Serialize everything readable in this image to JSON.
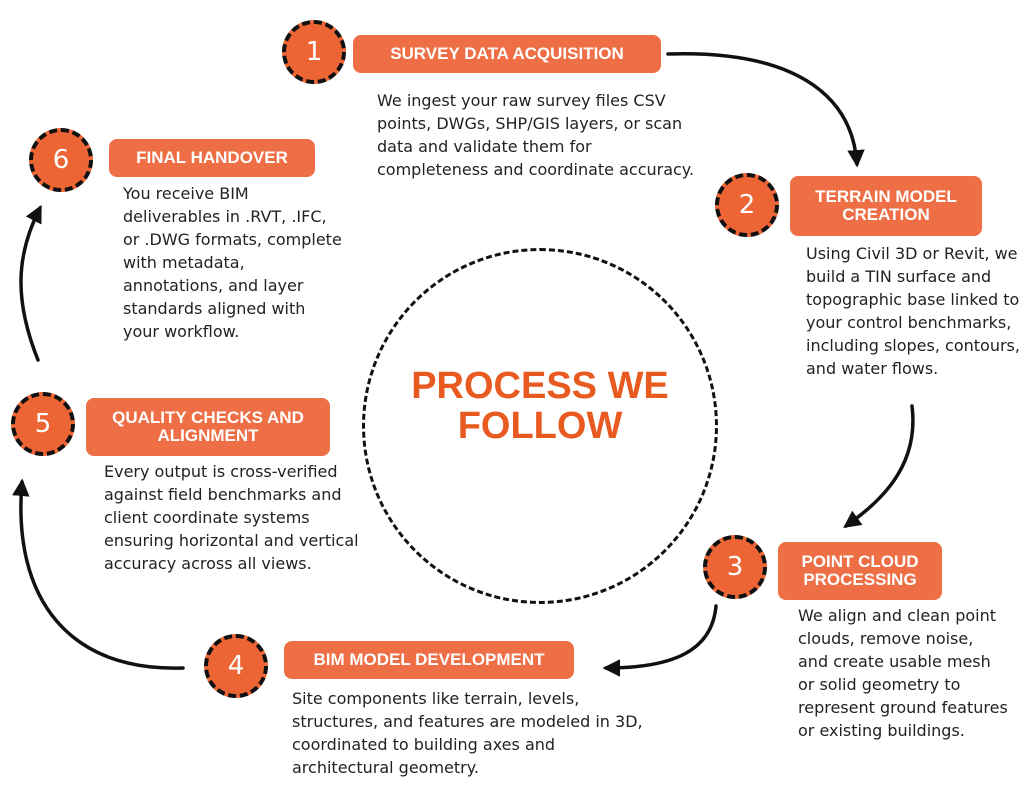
{
  "title": "PROCESS WE FOLLOW",
  "steps": [
    {
      "number": "1",
      "title": "SURVEY DATA ACQUISITION",
      "description": "We ingest your raw survey files CSV points, DWGs, SHP/GIS layers, or scan data and validate them for completeness and coordinate accuracy."
    },
    {
      "number": "2",
      "title": "TERRAIN MODEL CREATION",
      "description": "Using Civil 3D or Revit, we build a TIN surface and topographic base linked to your control benchmarks, including slopes, contours, and water flows."
    },
    {
      "number": "3",
      "title": "POINT CLOUD PROCESSING",
      "description": "We align and clean point clouds, remove noise, and create usable mesh or solid geometry to represent ground features or existing buildings."
    },
    {
      "number": "4",
      "title": "BIM MODEL DEVELOPMENT",
      "description": "Site components like terrain, levels, structures, and features are modeled in 3D, coordinated to building axes and architectural geometry."
    },
    {
      "number": "5",
      "title": "QUALITY CHECKS AND ALIGNMENT",
      "description": "Every output is cross-verified against field benchmarks and client coordinate systems ensuring horizontal and vertical accuracy across all views."
    },
    {
      "number": "6",
      "title": "FINAL HANDOVER",
      "description": "You receive BIM deliverables in .RVT, .IFC, or .DWG formats, complete with metadata, annotations, and layer standards aligned with your workflow."
    }
  ],
  "colors": {
    "accent": "#ee6535",
    "label": "#ee6e45",
    "title": "#e85a1f",
    "text": "#222222",
    "outline": "#111111"
  }
}
